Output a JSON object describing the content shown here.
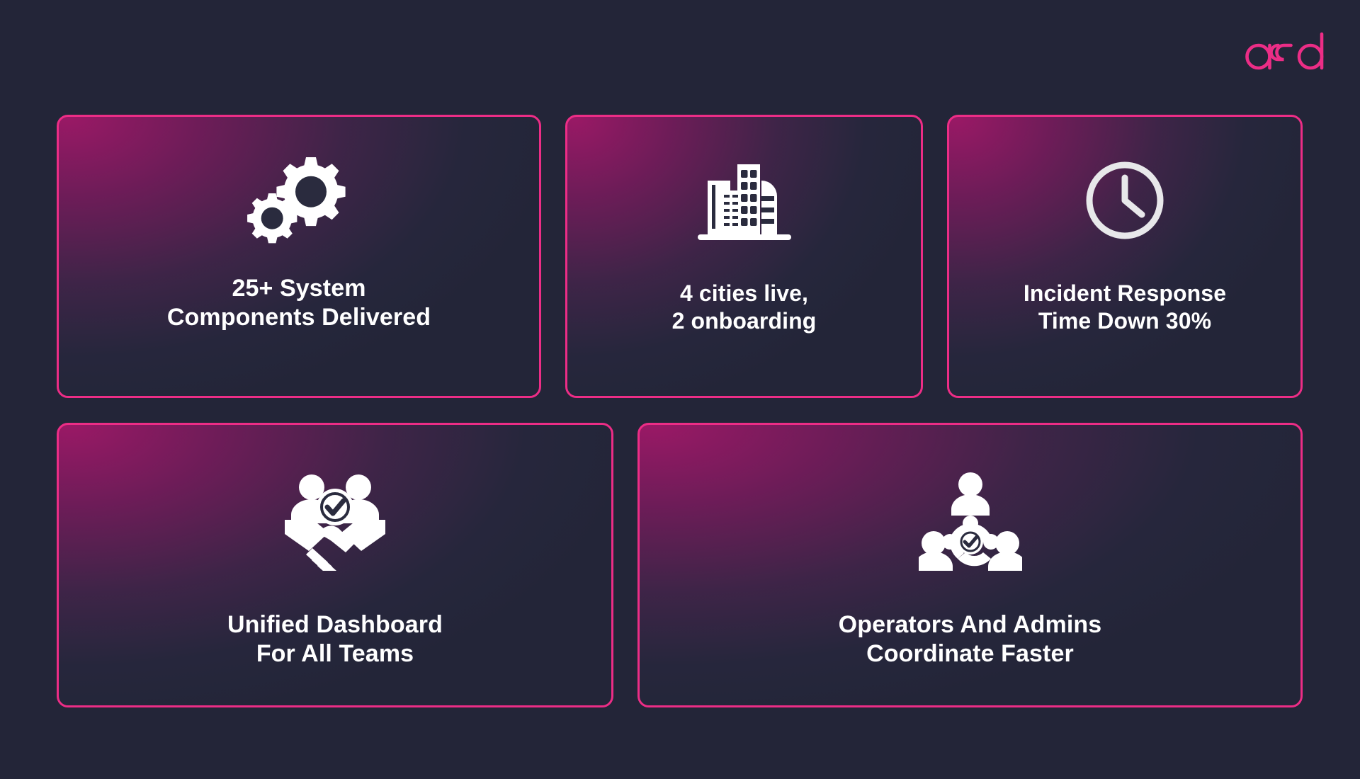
{
  "brand": {
    "logo_text": "asd",
    "logo_color": "#ec2d86"
  },
  "theme": {
    "background": "#232538",
    "card_border": "#ec2d86",
    "card_gradient_from": "#a01868",
    "card_gradient_to": "#232538",
    "text_color": "#ffffff"
  },
  "cards": [
    {
      "id": "components",
      "icon": "gears-icon",
      "title": "25+ System\nComponents Delivered"
    },
    {
      "id": "cities",
      "icon": "city-buildings-icon",
      "title": "4 cities live,\n2 onboarding"
    },
    {
      "id": "incident",
      "icon": "clock-icon",
      "title": "Incident Response\nTime Down 30%"
    },
    {
      "id": "dashboard",
      "icon": "handshake-partnership-icon",
      "title": "Unified Dashboard\nFor All Teams"
    },
    {
      "id": "coordinate",
      "icon": "team-network-icon",
      "title": "Operators And Admins\nCoordinate Faster"
    }
  ]
}
